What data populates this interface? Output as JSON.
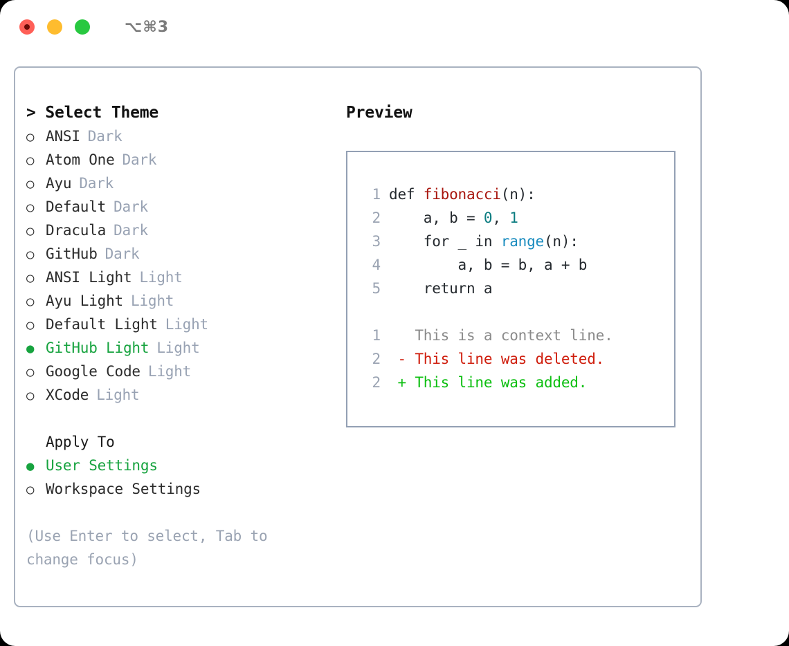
{
  "window": {
    "shortcut": "⌥⌘3",
    "traffic_lights": [
      {
        "name": "close",
        "color": "#ff5f57"
      },
      {
        "name": "minimize",
        "color": "#febc2e"
      },
      {
        "name": "maximize",
        "color": "#28c840"
      }
    ]
  },
  "theme_picker": {
    "heading_caret": ">",
    "heading": "Select Theme",
    "marker_unselected": "○",
    "marker_selected": "●",
    "accent_color": "#17a33f",
    "items": [
      {
        "name": "ANSI",
        "category": "Dark",
        "selected": false
      },
      {
        "name": "Atom One",
        "category": "Dark",
        "selected": false
      },
      {
        "name": "Ayu",
        "category": "Dark",
        "selected": false
      },
      {
        "name": "Default",
        "category": "Dark",
        "selected": false
      },
      {
        "name": "Dracula",
        "category": "Dark",
        "selected": false
      },
      {
        "name": "GitHub",
        "category": "Dark",
        "selected": false
      },
      {
        "name": "ANSI Light",
        "category": "Light",
        "selected": false
      },
      {
        "name": "Ayu Light",
        "category": "Light",
        "selected": false
      },
      {
        "name": "Default Light",
        "category": "Light",
        "selected": false
      },
      {
        "name": "GitHub Light",
        "category": "Light",
        "selected": true
      },
      {
        "name": "Google Code",
        "category": "Light",
        "selected": false
      },
      {
        "name": "XCode",
        "category": "Light",
        "selected": false
      }
    ]
  },
  "apply_to": {
    "title": "Apply To",
    "options": [
      {
        "label": "User Settings",
        "selected": true
      },
      {
        "label": "Workspace Settings",
        "selected": false
      }
    ]
  },
  "hint": "(Use Enter to select, Tab to change focus)",
  "preview": {
    "title": "Preview",
    "code_lines": [
      {
        "lno": "1",
        "segments": [
          {
            "text": "def ",
            "token": "plain"
          },
          {
            "text": "fibonacci",
            "token": "function"
          },
          {
            "text": "(n):",
            "token": "plain"
          }
        ]
      },
      {
        "lno": "2",
        "segments": [
          {
            "text": "    a, b = ",
            "token": "plain"
          },
          {
            "text": "0",
            "token": "number"
          },
          {
            "text": ", ",
            "token": "plain"
          },
          {
            "text": "1",
            "token": "number"
          }
        ]
      },
      {
        "lno": "3",
        "segments": [
          {
            "text": "    for _ in ",
            "token": "plain"
          },
          {
            "text": "range",
            "token": "builtin"
          },
          {
            "text": "(n):",
            "token": "plain"
          }
        ]
      },
      {
        "lno": "4",
        "segments": [
          {
            "text": "        a, b = b, a + b",
            "token": "plain"
          }
        ]
      },
      {
        "lno": "5",
        "segments": [
          {
            "text": "    return a",
            "token": "plain"
          }
        ]
      }
    ],
    "diff_lines": [
      {
        "lno": "1",
        "sign": " ",
        "text": "This is a context line.",
        "kind": "context"
      },
      {
        "lno": "2",
        "sign": "-",
        "text": "This line was deleted.",
        "kind": "deleted"
      },
      {
        "lno": "2",
        "sign": "+",
        "text": "This line was added.",
        "kind": "added"
      }
    ],
    "syntax_colors": {
      "function": "#a8160e",
      "number": "#0b7c80",
      "builtin": "#1a8cbf",
      "plain": "#24292e",
      "line_number": "#9aa3b2",
      "diff_context": "#8a8a8a",
      "diff_deleted": "#cf1d0c",
      "diff_added": "#0cbf10"
    }
  }
}
